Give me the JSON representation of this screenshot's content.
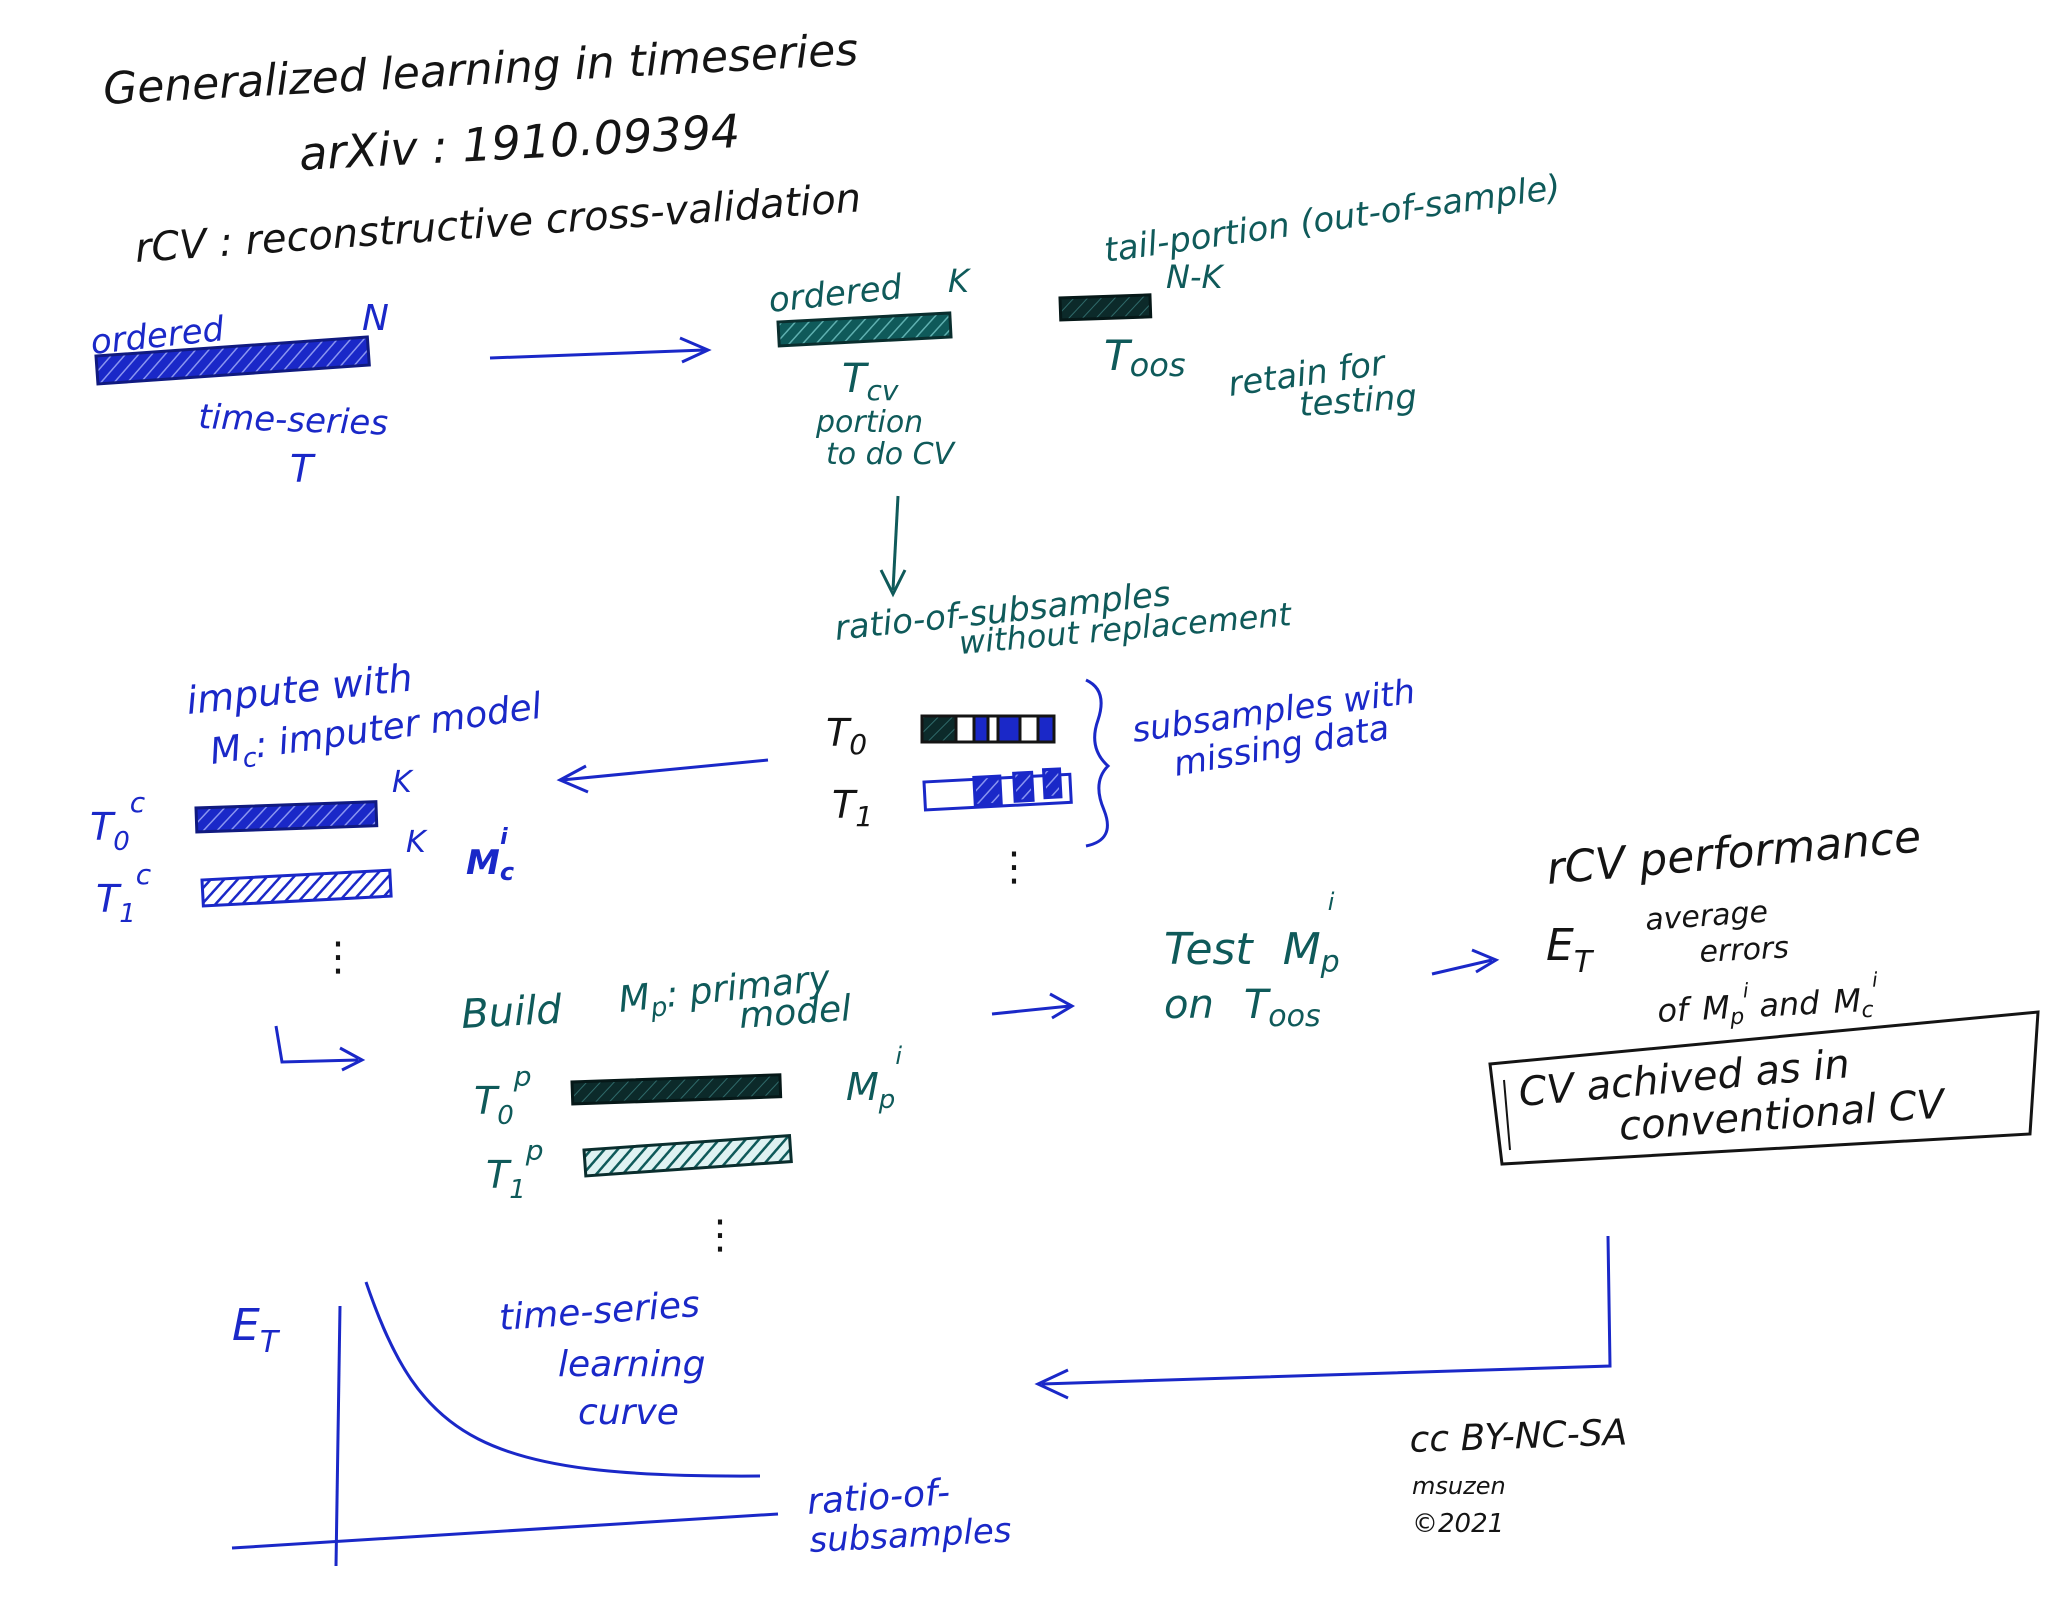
{
  "title": {
    "line1": "Generalized learning in timeseries",
    "line2": "arXiv : 1910.09394",
    "line3": "rCV : reconstructive cross-validation"
  },
  "series": {
    "ordered": "ordered",
    "n": "N",
    "name": "time-series",
    "t": "T"
  },
  "split": {
    "ordered": "ordered",
    "k": "K",
    "tcv": "T",
    "tcv_sub": "cv",
    "portion": "portion",
    "todo": "to do CV",
    "tail": "tail-portion (out-of-sample)",
    "nk": "N-K",
    "toos": "T",
    "toos_sub": "oos",
    "retain1": "retain for",
    "retain2": "testing"
  },
  "ratio": {
    "line1": "ratio-of-subsamples",
    "line2": "without replacement",
    "t0": "T",
    "t0_sub": "0",
    "t1": "T",
    "t1_sub": "1",
    "sub1": "subsamples with",
    "sub2": "missing data",
    "dots": "⋮"
  },
  "impute": {
    "line1": "impute with",
    "mc": "M",
    "mc_sub": "c",
    "line2": ": imputer model",
    "t0": "T",
    "t0_sub": "0",
    "t0_sup": "c",
    "t1": "T",
    "t1_sub": "1",
    "t1_sup": "c",
    "k1": "K",
    "k2": "K",
    "mci": "M",
    "mci_sub": "c",
    "mci_sup": "i",
    "dots": "⋮"
  },
  "primary": {
    "build": "Build",
    "mp": "M",
    "mp_sub": "p",
    "rest": ": primary",
    "model": "model",
    "t0": "T",
    "t0_sub": "0",
    "t0_sup": "p",
    "t1": "T",
    "t1_sub": "1",
    "t1_sup": "p",
    "mpi": "M",
    "mpi_sub": "p",
    "mpi_sup": "i",
    "dots": "⋮"
  },
  "test": {
    "test": "Test",
    "mp": "M",
    "mp_sub": "p",
    "mp_sup": "i",
    "on": "on",
    "toos": "T",
    "toos_sub": "oos"
  },
  "perf": {
    "title": "rCV performance",
    "et": "E",
    "et_sub": "T",
    "avg1": "average",
    "avg2": "errors",
    "avg3a": "of",
    "avg3_mp": "M",
    "avg3_mp_sub": "p",
    "avg3_mp_sup": "i",
    "avg3b": "and",
    "avg3_mc": "M",
    "avg3_mc_sub": "c",
    "avg3_mc_sup": "i",
    "box1": "CV achived as in",
    "box2": "conventional CV"
  },
  "curve": {
    "et": "E",
    "et_sub": "T",
    "label1": "time-series",
    "label2": "learning",
    "label3": "curve",
    "x1": "ratio-of-",
    "x2": "subsamples"
  },
  "license": {
    "cc": "cc BY-NC-SA",
    "author": "msuzen",
    "year": "©2021"
  },
  "colors": {
    "ink": "#141414",
    "blue": "#1a28c8",
    "teal": "#0f5a5a"
  }
}
